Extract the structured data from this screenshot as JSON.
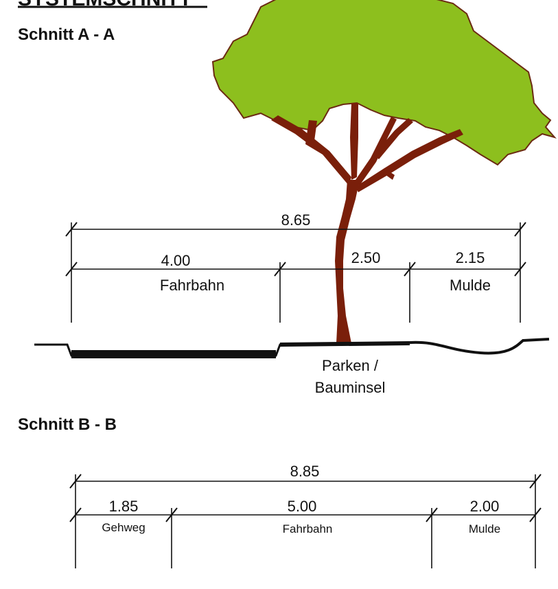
{
  "page_title": "SYSTEMSCHNITT",
  "section_a": {
    "title": "Schnitt  A - A",
    "overall": "8.65",
    "segments": [
      {
        "value": "4.00",
        "label": "Fahrbahn"
      },
      {
        "value": "2.50",
        "label": ""
      },
      {
        "value": "2.15",
        "label": "Mulde"
      }
    ],
    "below_label_line1": "Parken /",
    "below_label_line2": "Bauminsel"
  },
  "section_b": {
    "title": "Schnitt  B - B",
    "overall": "8.85",
    "segments": [
      {
        "value": "1.85",
        "label": "Gehweg"
      },
      {
        "value": "5.00",
        "label": "Fahrbahn"
      },
      {
        "value": "2.00",
        "label": "Mulde"
      }
    ]
  },
  "colors": {
    "foliage": "#8dbf1e",
    "foliage_outline": "#6b2a12",
    "trunk": "#7a1f0a",
    "ink": "#111111"
  }
}
